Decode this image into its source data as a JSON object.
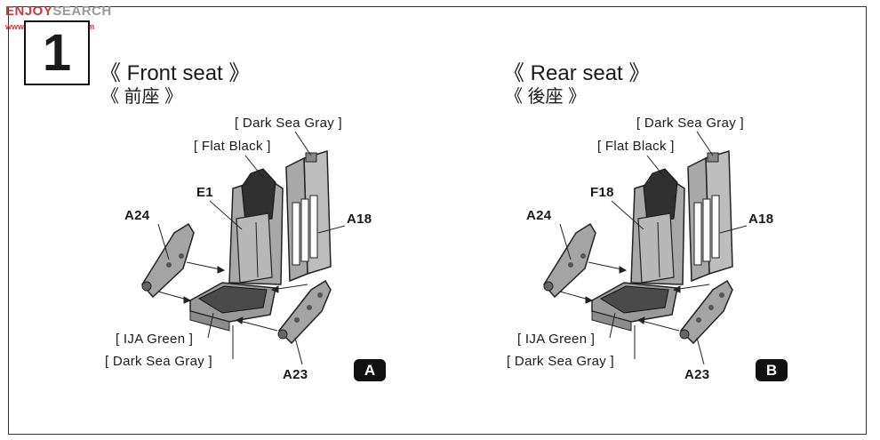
{
  "watermark": {
    "brand_a": "ENJOY",
    "brand_b": "SEARCH",
    "url": "www.hobbysearch.com"
  },
  "step": {
    "number": "1"
  },
  "panels": [
    {
      "title": "《  Front seat  》",
      "subtitle": "《  前座  》",
      "labels": {
        "dark_sea_gray_top": "[ Dark Sea Gray ]",
        "flat_black": "[ Flat Black ]",
        "seat_part": "E1",
        "left_part": "A24",
        "right_part": "A18",
        "ija_green": "[ IJA Green ]",
        "dark_sea_gray_bottom": "[ Dark Sea Gray ]",
        "bottom_part": "A23"
      },
      "badge": "A"
    },
    {
      "title": "《  Rear seat  》",
      "subtitle": "《  後座  》",
      "labels": {
        "dark_sea_gray_top": "[ Dark Sea Gray ]",
        "flat_black": "[ Flat Black ]",
        "seat_part": "F18",
        "left_part": "A24",
        "right_part": "A18",
        "ija_green": "[ IJA Green ]",
        "dark_sea_gray_bottom": "[ Dark Sea Gray ]",
        "bottom_part": "A23"
      },
      "badge": "B"
    }
  ]
}
